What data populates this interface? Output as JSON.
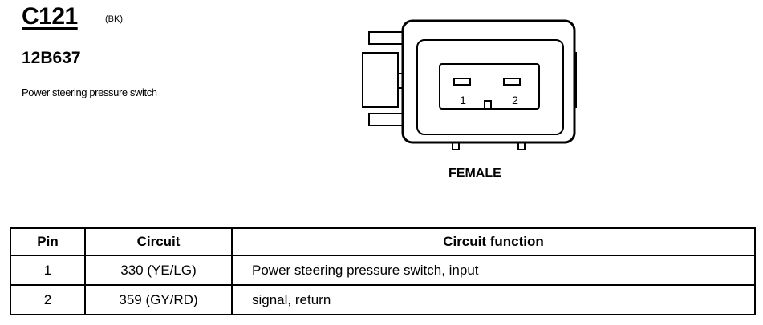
{
  "connector": {
    "id": "C121",
    "color": "(BK)",
    "part_number": "12B637",
    "description": "Power steering pressure switch"
  },
  "diagram": {
    "pins": [
      "1",
      "2"
    ],
    "gender": "FEMALE"
  },
  "table": {
    "headers": [
      "Pin",
      "Circuit",
      "Circuit function"
    ],
    "rows": [
      {
        "pin": "1",
        "circuit": "330 (YE/LG)",
        "function": "Power steering pressure switch, input"
      },
      {
        "pin": "2",
        "circuit": "359 (GY/RD)",
        "function": "signal, return"
      }
    ]
  }
}
